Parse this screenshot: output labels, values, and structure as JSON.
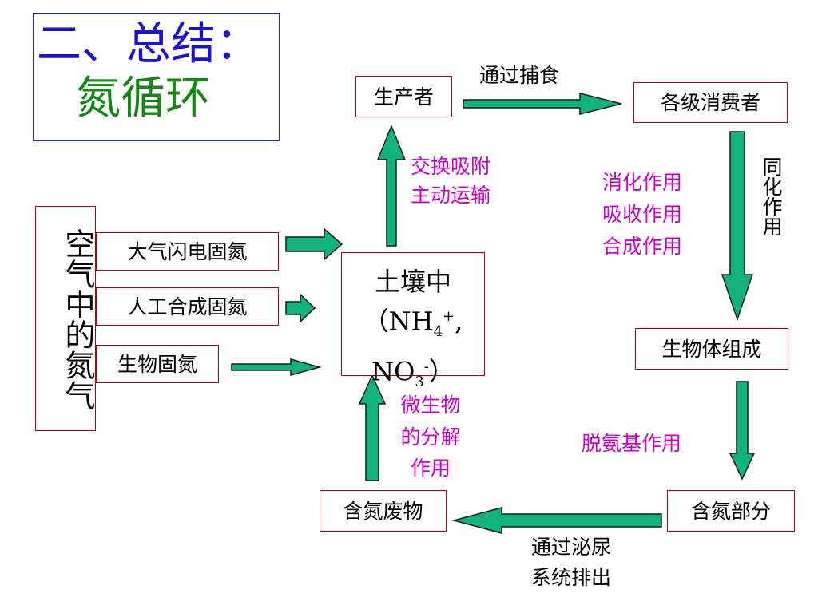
{
  "title": {
    "line1": "二、总结：",
    "line2": "氮循环"
  },
  "air": {
    "label": "空气中的氮气"
  },
  "fixation": {
    "lightning": "大气闪电固氮",
    "artificial": "人工合成固氮",
    "biological": "生物固氮"
  },
  "soil": {
    "title": "土壤中",
    "nh": "（NH",
    "nh_sub": "4",
    "nh_sup": "+",
    "nh_tail": ",",
    "no": "NO",
    "no_sub": "3",
    "no_sup": "-",
    "no_tail": "）"
  },
  "producer": "生产者",
  "consumers": "各级消费者",
  "organism": "生物体组成",
  "nitrogen_part": "含氮部分",
  "waste": "含氮废物",
  "edges": {
    "predation": "通过捕食",
    "absorb_line1": "交换吸附",
    "absorb_line2": "主动运输",
    "assim_vertical": "同化作用",
    "digest_line1": "消化作用",
    "digest_line2": "吸收作用",
    "digest_line3": "合成作用",
    "deamination": "脱氨基作用",
    "excrete_line1": "通过泌尿",
    "excrete_line2": "系统排出",
    "decomp_line1": "微生物",
    "decomp_line2": "的分解",
    "decomp_line3": "作用"
  },
  "colors": {
    "arrow_fill": "#12b27c",
    "arrow_stroke": "#1a1a1a",
    "box_border": "#c00000",
    "title_blue": "#1a10d8",
    "title_green": "#118811",
    "magenta": "#cc00cc"
  }
}
